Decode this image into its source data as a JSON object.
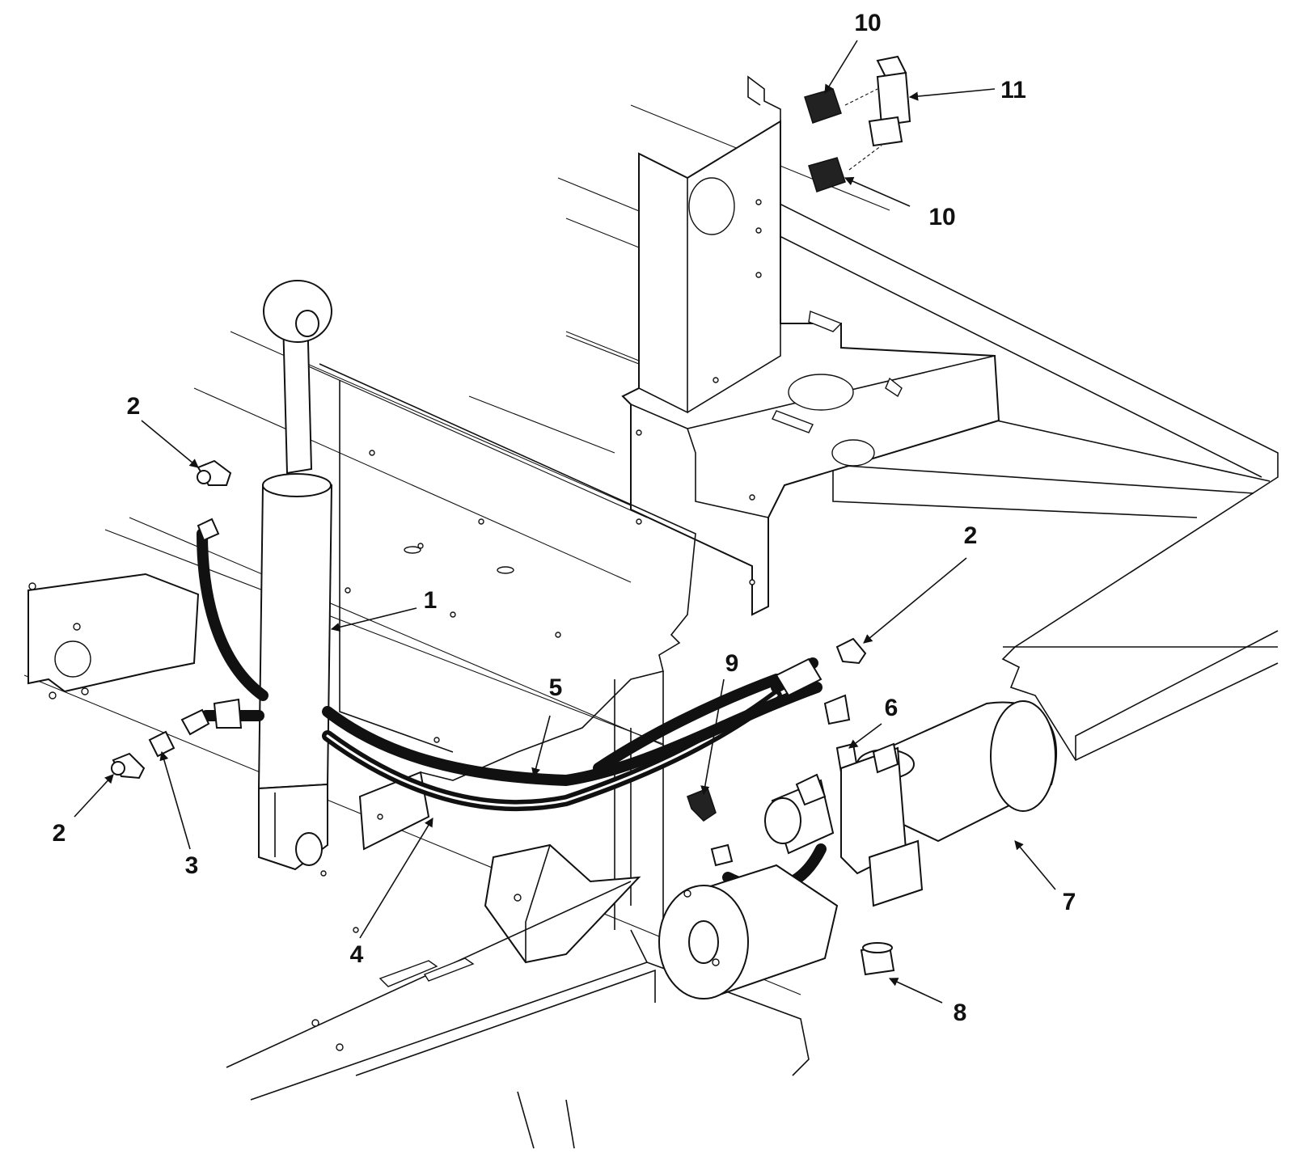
{
  "callouts": [
    {
      "id": "c1",
      "text": "1"
    },
    {
      "id": "c2a",
      "text": "2"
    },
    {
      "id": "c2b",
      "text": "2"
    },
    {
      "id": "c2c",
      "text": "2"
    },
    {
      "id": "c3",
      "text": "3"
    },
    {
      "id": "c4",
      "text": "4"
    },
    {
      "id": "c5",
      "text": "5"
    },
    {
      "id": "c6",
      "text": "6"
    },
    {
      "id": "c7",
      "text": "7"
    },
    {
      "id": "c8",
      "text": "8"
    },
    {
      "id": "c9",
      "text": "9"
    },
    {
      "id": "c10a",
      "text": "10"
    },
    {
      "id": "c10b",
      "text": "10"
    },
    {
      "id": "c11",
      "text": "11"
    }
  ],
  "colors": {
    "line": "#111111",
    "background": "#ffffff"
  }
}
